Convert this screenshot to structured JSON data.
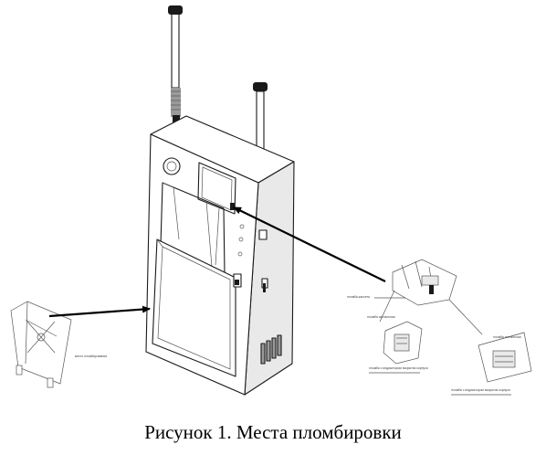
{
  "caption": "Рисунок 1. Места пломбировки",
  "callouts": {
    "detail_top": "пломба-кассета",
    "detail_mid_title": "пломба сигнальная",
    "detail_mid_note": "пломба с индикатором вскрытия корпуса",
    "detail_right_title": "пломба сигнальная",
    "detail_right_note": "пломба с индикатором вскрытия корпуса",
    "detail_left": "место пломбирования"
  }
}
